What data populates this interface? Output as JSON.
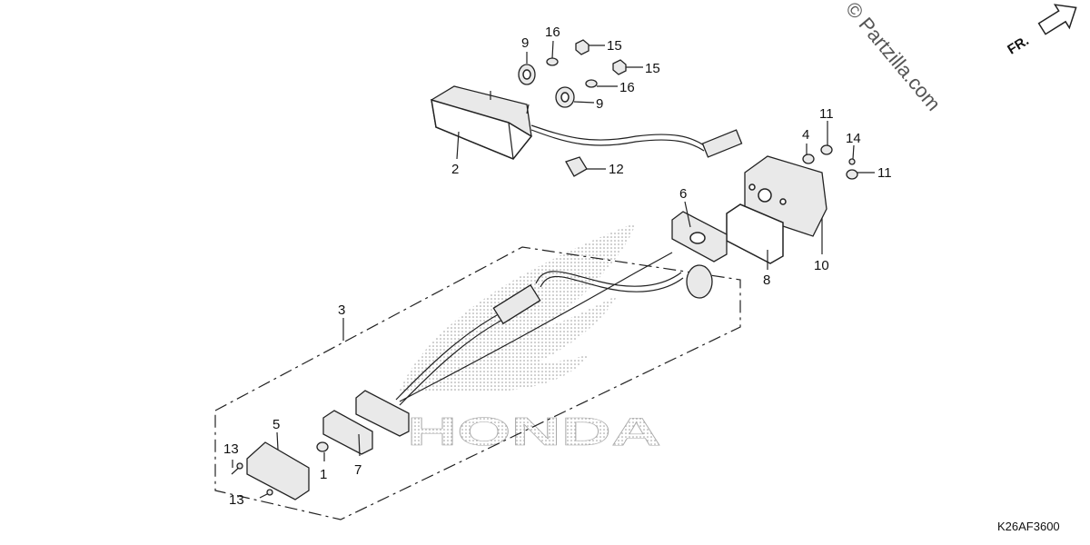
{
  "watermark": {
    "text": "© Partzilla.com"
  },
  "direction_arrow": {
    "label": "FR."
  },
  "diagram_code": "K26AF3600",
  "brand_logo": {
    "text": "HONDA"
  },
  "callouts": [
    {
      "id": "c1",
      "label": "1"
    },
    {
      "id": "c2",
      "label": "2"
    },
    {
      "id": "c3",
      "label": "3"
    },
    {
      "id": "c4",
      "label": "4"
    },
    {
      "id": "c5",
      "label": "5"
    },
    {
      "id": "c6",
      "label": "6"
    },
    {
      "id": "c7",
      "label": "7"
    },
    {
      "id": "c8",
      "label": "8"
    },
    {
      "id": "c9a",
      "label": "9"
    },
    {
      "id": "c9b",
      "label": "9"
    },
    {
      "id": "c10",
      "label": "10"
    },
    {
      "id": "c11a",
      "label": "11"
    },
    {
      "id": "c11b",
      "label": "11"
    },
    {
      "id": "c12",
      "label": "12"
    },
    {
      "id": "c13a",
      "label": "13"
    },
    {
      "id": "c13b",
      "label": "13"
    },
    {
      "id": "c14",
      "label": "14"
    },
    {
      "id": "c15a",
      "label": "15"
    },
    {
      "id": "c15b",
      "label": "15"
    },
    {
      "id": "c16a",
      "label": "16"
    },
    {
      "id": "c16b",
      "label": "16"
    }
  ]
}
